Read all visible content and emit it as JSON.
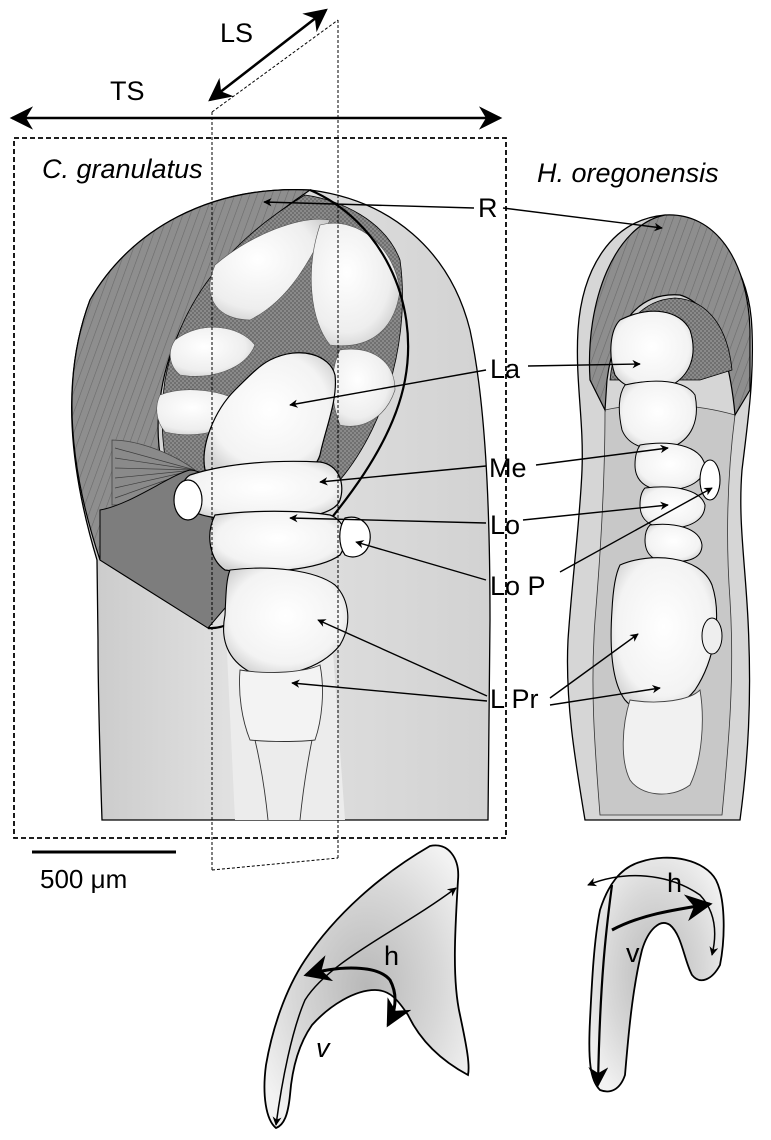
{
  "labels": {
    "ls": "LS",
    "ts": "TS",
    "species_left": "C. granulatus",
    "species_right": "H. oregonensis",
    "r": "R",
    "la": "La",
    "me": "Me",
    "lo": "Lo",
    "lop": "Lo P",
    "lpr": "L Pr",
    "scale": "500 μm",
    "h_left": "h",
    "v_left": "v",
    "h_right": "h",
    "v_right": "v"
  },
  "colors": {
    "ink": "#000000",
    "rim_dark": "#8c8c8c",
    "rim_stripe": "#6e6e6e",
    "mesh": "#7a7a7a",
    "body_light": "#dcdcdc",
    "body_mid": "#c8c8c8",
    "ossicle": "#f7f7f7",
    "dark_patch": "#7d7d7d"
  }
}
